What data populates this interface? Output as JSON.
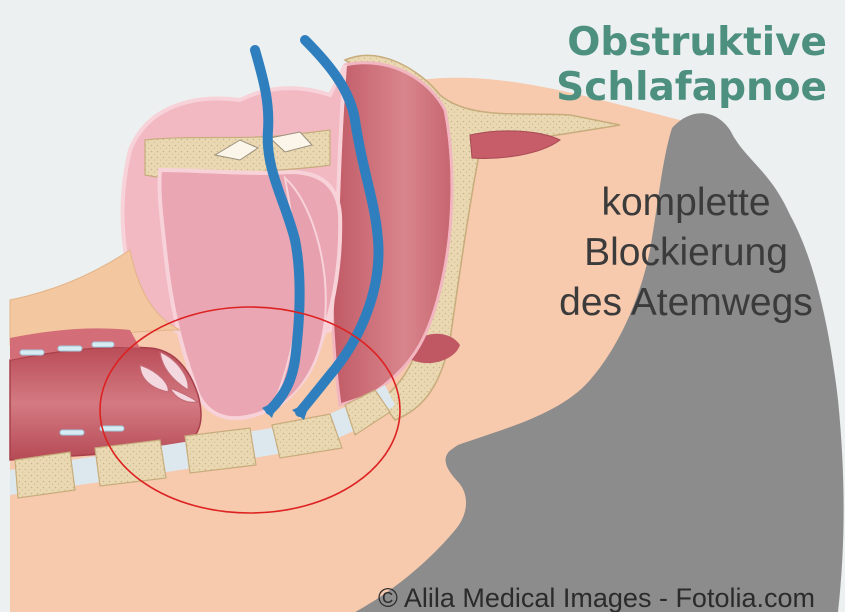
{
  "title": {
    "line1": "Obstruktive",
    "line2": "Schlafapnoe"
  },
  "subtitle": {
    "line1": "komplette",
    "line2": "Blockierung",
    "line3": "des Atemwegs"
  },
  "copyright": "© Alila Medical Images - Fotolia.com",
  "colors": {
    "background": "#ecf0f0",
    "skin": "#f7c9ad",
    "hair": "#8f8f8f",
    "bone": "#e9d6b0",
    "soft_tissue": "#f1b7c0",
    "airway_muscle": "#c9636c",
    "airflow": "#2f7fbf",
    "obstruction_marker": "#dd2222",
    "title": "#4e9080",
    "subtitle": "#3b3b3b"
  }
}
